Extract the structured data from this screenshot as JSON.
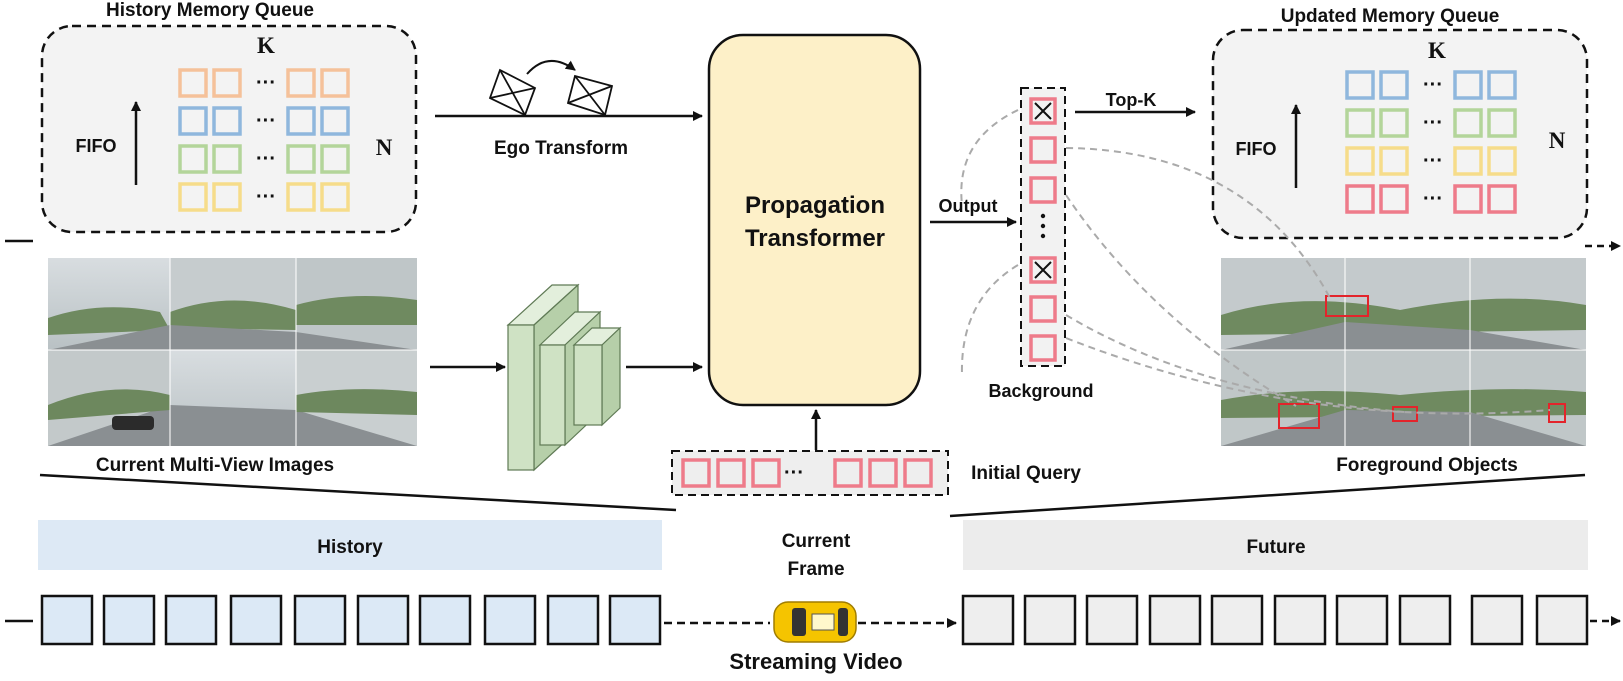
{
  "title_history_memory": "History Memory Queue",
  "title_updated_memory": "Updated Memory Queue",
  "label_k": "K",
  "label_n": "N",
  "label_fifo": "FIFO",
  "ellipsis": "···",
  "ego_transform": "Ego Transform",
  "propagation_transformer": [
    "Propagation",
    "Transformer"
  ],
  "output": "Output",
  "top_k": "Top-K",
  "background": "Background",
  "initial_query": "Initial Query",
  "current_images": "Current Multi-View Images",
  "foreground_objects": "Foreground Objects",
  "history": "History",
  "future": "Future",
  "current_frame": [
    "Current",
    "Frame"
  ],
  "streaming_video": "Streaming Video",
  "colors": {
    "orange": "#f5c19a",
    "blue": "#8fb7dd",
    "green": "#b3d59a",
    "yellow": "#f6dc8a",
    "red": "#ee7b8a",
    "transformer_fill": "#fdf0c8",
    "history_band": "#dde9f5",
    "future_band": "#ececec",
    "history_frame": "#dce9f6",
    "future_frame": "#eeeeee",
    "memory_panel": "#f3f3f3",
    "cnn_fill": "#c8dec0"
  },
  "history_memory_rows": [
    "orange",
    "blue",
    "green",
    "yellow"
  ],
  "updated_memory_rows": [
    "blue",
    "green",
    "yellow",
    "red"
  ],
  "output_queries": [
    "crossed",
    "plain",
    "plain",
    "dots",
    "crossed",
    "plain",
    "plain"
  ],
  "history_frame_count": 10,
  "future_frame_count": 10
}
